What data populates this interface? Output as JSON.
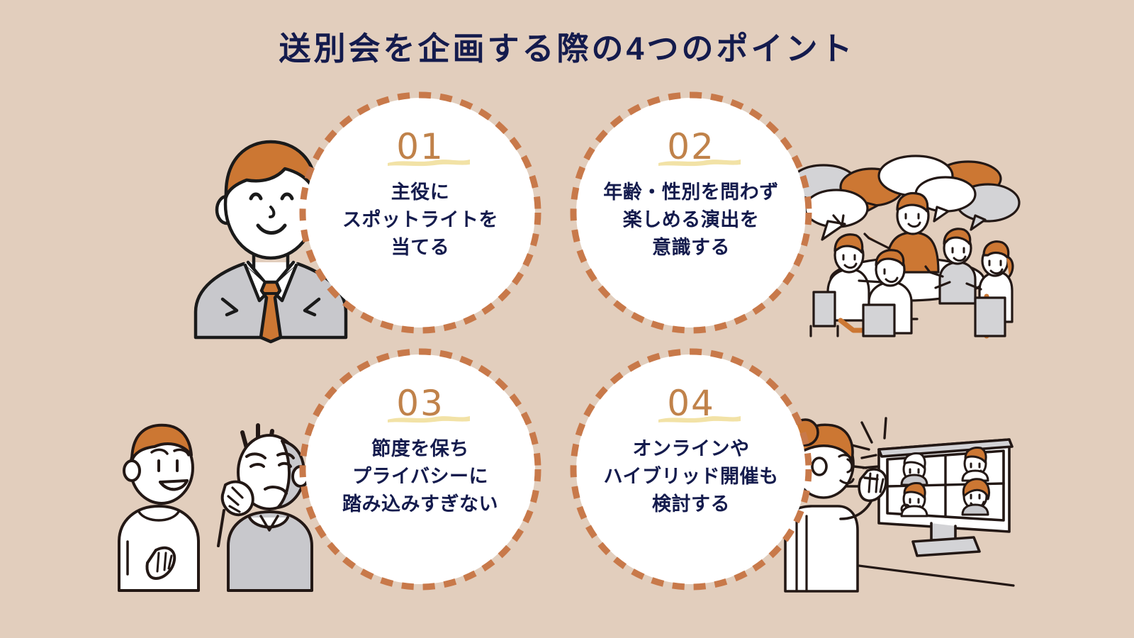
{
  "page": {
    "title": "送別会を企画する際の4つのポイント",
    "background_color": "#E2CEBD"
  },
  "colors": {
    "background": "#E2CEBD",
    "navy_text": "#141B4D",
    "orange_accent": "#C0824A",
    "dash_border": "#C8794A",
    "highlight_yellow": "#F2E2A6",
    "circle_fill": "#FFFFFF",
    "illustration_orange": "#CC7733",
    "illustration_gray": "#C8C8CC",
    "illustration_line": "#1A1A1A"
  },
  "points": [
    {
      "number": "01",
      "lines": [
        "主役に",
        "スポットライトを",
        "当てる"
      ],
      "illustration": "businessman-avatar"
    },
    {
      "number": "02",
      "lines": [
        "年齢・性別を問わず",
        "楽しめる演出を",
        "意識する"
      ],
      "illustration": "group-meeting-speech-bubbles"
    },
    {
      "number": "03",
      "lines": [
        "節度を保ち",
        "プライバシーに",
        "踏み込みすぎない"
      ],
      "illustration": "two-people-awkward-conversation"
    },
    {
      "number": "04",
      "lines": [
        "オンラインや",
        "ハイブリッド開催も",
        "検討する"
      ],
      "illustration": "woman-video-call-screen"
    }
  ]
}
